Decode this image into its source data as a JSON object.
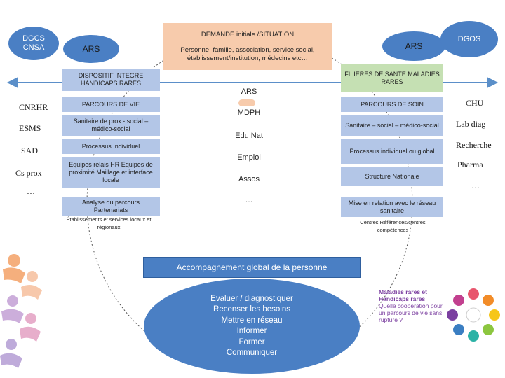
{
  "top": {
    "demande_title": "DEMANDE initiale /SITUATION",
    "demande_body": "Personne, famille, association, service social, établissement/institution, médecins etc…",
    "dgcs_line1": "DGCS",
    "dgcs_line2": "CNSA",
    "dgos": "DGOS",
    "ars_left": "ARS",
    "ars_right": "ARS",
    "ars_center": "ARS"
  },
  "left_column": {
    "items": [
      "CNRHR",
      "ESMS",
      "SAD",
      "Cs prox",
      "…"
    ]
  },
  "right_column": {
    "items": [
      "CHU",
      "Lab diag",
      "Recherche",
      "Pharma",
      "…"
    ]
  },
  "medico_social": {
    "header": "DISPOSITIF INTEGRE HANDICAPS RARES",
    "parcours": "PARCOURS DE VIE",
    "sanitaire": "Sanitaire de prox - social – médico-social",
    "processus": "Processus Individuel",
    "relais": "Equipes relais HR Equipes de proximité Maillage et interface locale",
    "analyse": "Analyse du parcours Partenariats",
    "etablissements": "Établissements et services locaux et régionaux"
  },
  "center_column": {
    "items": [
      "MDPH",
      "Edu Nat",
      "Emploi",
      "Assos",
      "…"
    ]
  },
  "sanitaire_side": {
    "header": "FILIERES DE SANTE MALADIES RARES",
    "parcours": "PARCOURS DE SOIN",
    "sanitaire": "Sanitaire – social – médico-social",
    "processus": "Processus individuel ou global",
    "structure": "Structure Nationale",
    "mise": "Mise en relation avec le réseau sanitaire",
    "centres": "Centres Références/centres compétences"
  },
  "accompagnement": {
    "title": "Accompagnement global de la personne",
    "lines": [
      "Evaluer / diagnostiquer",
      "Recenser les besoins",
      "Mettre en réseau",
      "Informer",
      "Former",
      "Communiquer"
    ]
  },
  "logo": {
    "lines": [
      "Maladies rares et",
      "Handicaps rares",
      "Quelle coopération pour",
      "un parcours de vie sans",
      "rupture ?"
    ]
  },
  "colors": {
    "oval_blue": "#4a7fc4",
    "light_blue": "#b3c6e7",
    "peach": "#f7cbac",
    "green": "#c5e0b3",
    "purple_text": "#7b3fa0"
  }
}
